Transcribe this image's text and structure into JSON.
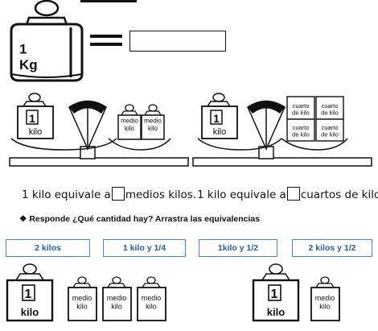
{
  "weight_section": {
    "weight_label": "1 Kg"
  },
  "scales": {
    "left": {
      "big_weight_number": "1",
      "big_weight_label": "kilo",
      "pans": [
        "medio kilo",
        "medio kilo"
      ]
    },
    "right": {
      "big_weight_number": "1",
      "big_weight_label": "kilo",
      "pans": [
        "cuarto de kilo",
        "cuarto de kilo",
        "cuarto de kilo",
        "cuarto de kilo"
      ]
    }
  },
  "equivalences": {
    "left_prefix": "1 kilo equivale a",
    "left_suffix": "medios kilos.",
    "right_prefix": "1 kilo equivale a",
    "right_suffix": "cuartos de kilo."
  },
  "instruction": {
    "bullet": "❖",
    "text": "Responde ¿Qué cantidad hay? Arrastra las equivalencias"
  },
  "drag_options": [
    "2 kilos",
    "1 kilo y 1/4",
    "1kilo y 1/2",
    "2 kilos y 1/2"
  ],
  "bottom_groups": {
    "left": {
      "big_weight_number": "1",
      "big_weight_label": "kilo",
      "small_weights": [
        "medio kilo",
        "medio kilo",
        "medio kilo"
      ]
    },
    "right": {
      "big_weight_number": "1",
      "big_weight_label": "kilo",
      "small_weights": [
        "medio kilo"
      ]
    }
  }
}
